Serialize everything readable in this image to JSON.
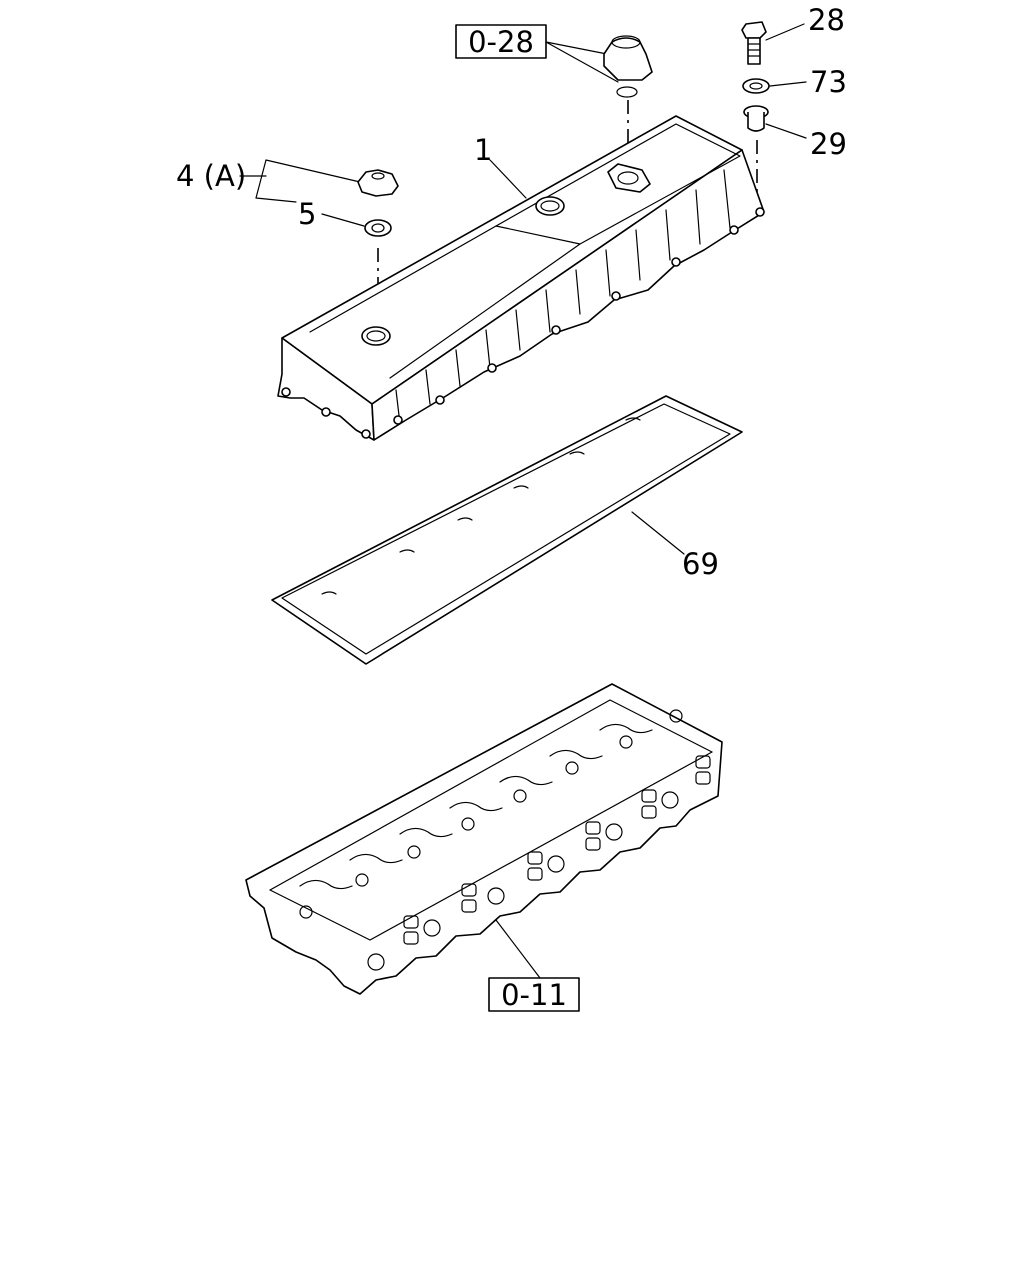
{
  "diagram": {
    "callouts": {
      "part_1": "1",
      "part_4a": "4 (A)",
      "part_5": "5",
      "part_28": "28",
      "part_73": "73",
      "part_29": "29",
      "part_69": "69"
    },
    "references": {
      "breather": "0-28",
      "cylinder_head": "0-11"
    }
  }
}
